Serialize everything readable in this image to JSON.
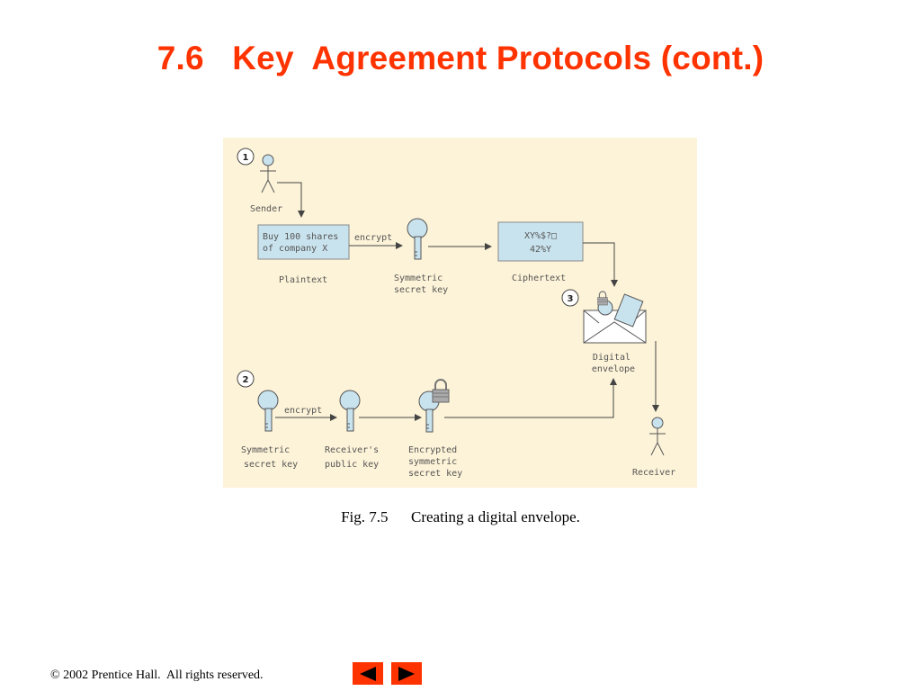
{
  "title": "7.6   Key  Agreement Protocols (cont.)",
  "figure": {
    "steps": [
      "1",
      "2",
      "3"
    ],
    "sender_label": "Sender",
    "plaintext_line1": "Buy 100 shares",
    "plaintext_line2": "of company X",
    "encrypt_top": "encrypt",
    "ciphertext_line1": "XY%$?□",
    "ciphertext_line2": "42%Y",
    "plaintext_label": "Plaintext",
    "sym_key_top_line1": "Symmetric",
    "sym_key_top_line2": "secret key",
    "ciphertext_label": "Ciphertext",
    "envelope_line1": "Digital",
    "envelope_line2": "envelope",
    "encrypt_bottom": "encrypt",
    "sym_key_bottom_line1": "Symmetric",
    "sym_key_bottom_line2": "secret key",
    "receiver_key_line1": "Receiver's",
    "receiver_key_line2": "public key",
    "encrypted_key_line1": "Encrypted",
    "encrypted_key_line2": "symmetric",
    "encrypted_key_line3": "secret key",
    "receiver_label": "Receiver"
  },
  "caption": {
    "number": "Fig. 7.5",
    "text": "Creating a digital envelope."
  },
  "footer": {
    "copyright": "© 2002 Prentice Hall.  All rights reserved."
  },
  "colors": {
    "title": "#ff3300",
    "figure_bg": "#fdf3d8",
    "box_fill": "#c9e3ee",
    "nav": "#ff3300"
  },
  "nav": [
    "previous-arrow-icon",
    "next-arrow-icon"
  ]
}
